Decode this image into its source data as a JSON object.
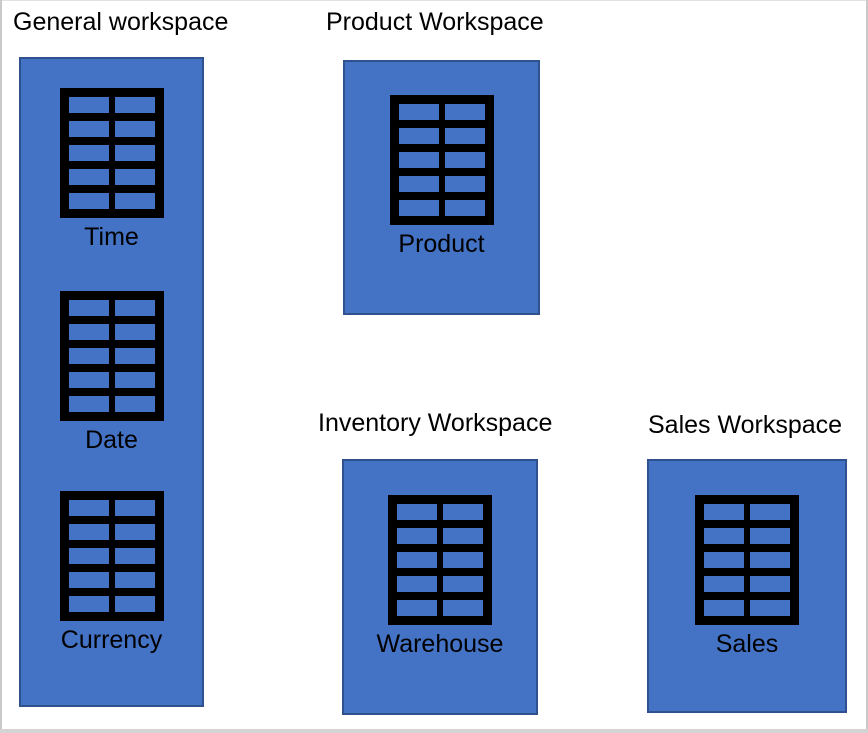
{
  "colors": {
    "workspace_fill": "#4472C4",
    "workspace_border": "#2F528F",
    "icon_ink": "#000000",
    "text_ink": "#000000",
    "frame_side": "#c9c9c9",
    "frame_bottom": "#d4d4d4",
    "frame_top": "#e2e2e2",
    "page_background": "#ffffff"
  },
  "workspaces": [
    {
      "title": "General workspace",
      "tables": [
        {
          "label": "Time",
          "icon": "table-icon"
        },
        {
          "label": "Date",
          "icon": "table-icon"
        },
        {
          "label": "Currency",
          "icon": "table-icon"
        }
      ]
    },
    {
      "title": "Product Workspace",
      "tables": [
        {
          "label": "Product",
          "icon": "table-icon"
        }
      ]
    },
    {
      "title": "Inventory Workspace",
      "tables": [
        {
          "label": "Warehouse",
          "icon": "table-icon"
        }
      ]
    },
    {
      "title": "Sales Workspace",
      "tables": [
        {
          "label": "Sales",
          "icon": "table-icon"
        }
      ]
    }
  ]
}
